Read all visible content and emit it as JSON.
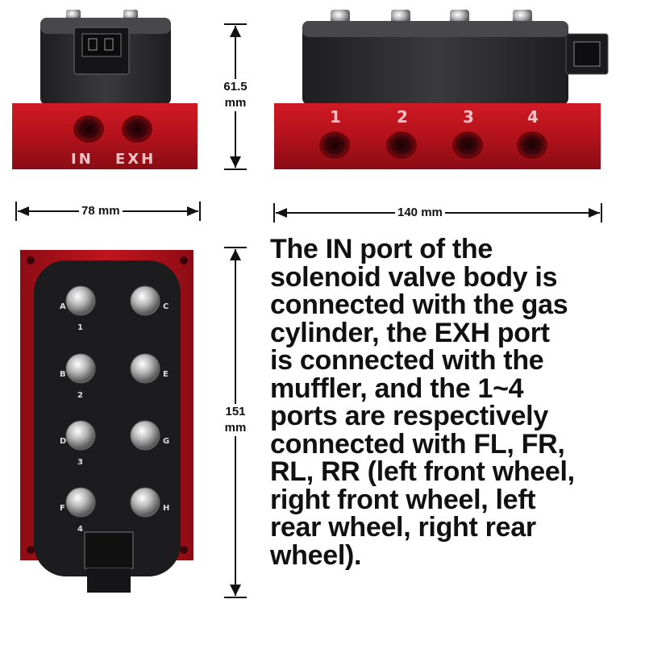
{
  "dimensions": {
    "height": {
      "value": "61.5",
      "unit": "mm"
    },
    "width_side": "78 mm",
    "length_front": "140 mm",
    "length_top": {
      "value": "151",
      "unit": "mm"
    }
  },
  "port_labels": {
    "side": [
      "IN",
      "EXH"
    ],
    "front": [
      "1",
      "2",
      "3",
      "4"
    ],
    "top_left": [
      "A",
      "B",
      "D",
      "F"
    ],
    "top_right": [
      "C",
      "E",
      "G",
      "H"
    ],
    "top_numbers": [
      "1",
      "2",
      "3",
      "4"
    ]
  },
  "description": "The IN port of the\nsolenoid valve body is\nconnected with the gas\ncylinder, the EXH port\nis connected with the\nmuffler, and the 1~4\nports are respectively\nconnected with FL, FR,\nRL, RR (left front wheel,\n right front wheel, left\nrear wheel, right rear\nwheel).",
  "colors": {
    "anodized_red": "#b3121c",
    "housing_black": "#2b2b2d",
    "text": "#111111"
  }
}
